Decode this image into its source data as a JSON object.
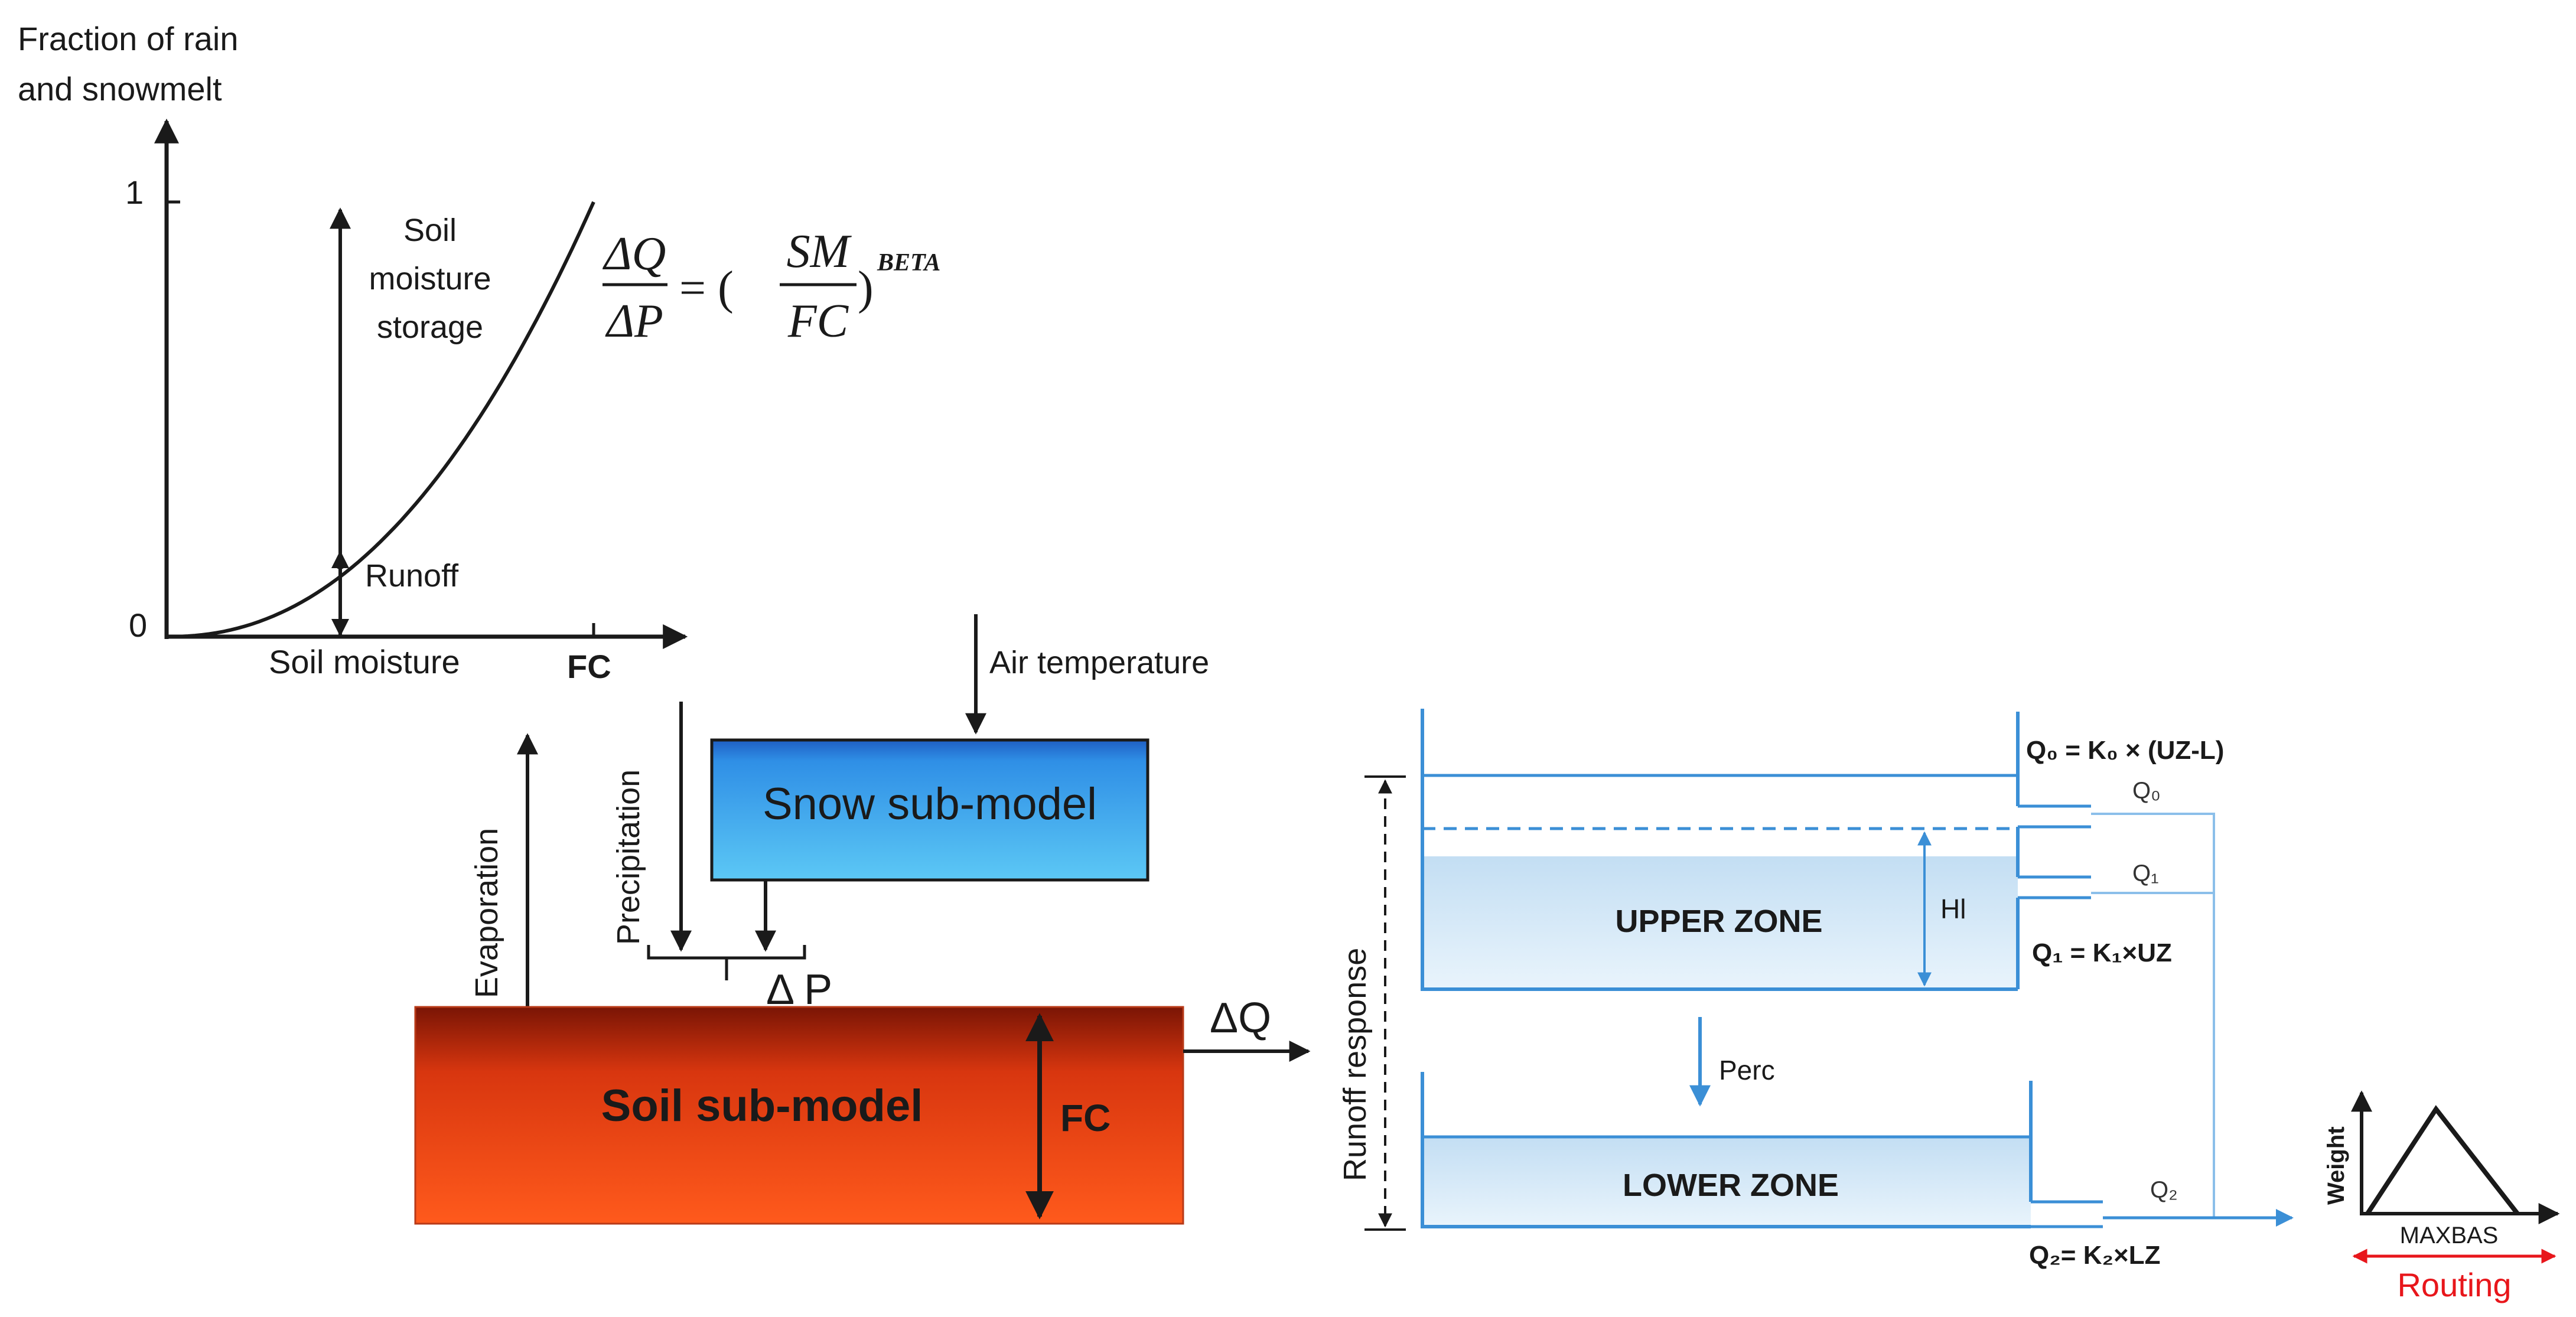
{
  "curve_plot": {
    "y_axis_label_line1": "Fraction of rain",
    "y_axis_label_line2": "and snowmelt",
    "y_tick_top": "1",
    "origin": "0",
    "x_axis_label": "Soil moisture",
    "x_tick_fc": "FC",
    "storage_line1": "Soil",
    "storage_line2": "moisture",
    "storage_line3": "storage",
    "runoff_label": "Runoff",
    "curve_exponent": 2.2
  },
  "equation": {
    "lhs_num": "ΔQ",
    "lhs_den": "ΔP",
    "equals": "= (",
    "rhs_num": "SM",
    "rhs_den": "FC",
    "close": ")",
    "exponent": "BETA"
  },
  "inputs": {
    "air_temperature": "Air temperature",
    "precipitation": "Precipitation",
    "evaporation": "Evaporation",
    "delta_p": "Δ P",
    "delta_q": "ΔQ"
  },
  "boxes": {
    "snow": "Snow sub-model",
    "soil": "Soil sub-model",
    "soil_fc": "FC"
  },
  "runoff_response": {
    "side_label": "Runoff response",
    "upper_zone": "UPPER  ZONE",
    "lower_zone": "LOWER  ZONE",
    "hl_label": "Hl",
    "perc_label": "Perc",
    "q0_eq": "Q₀ = K₀ × (UZ-L)",
    "q1_eq": "Q₁ = K₁×UZ",
    "q2_eq": "Q₂= K₂×LZ",
    "q0": "Q₀",
    "q1": "Q₁",
    "q2": "Q₂"
  },
  "routing": {
    "weight": "Weight",
    "maxbas": "MAXBAS",
    "routing": "Routing"
  },
  "colors": {
    "line": "#1a1a1a",
    "water_line": "#3b8fd6",
    "snow_top": "#1f78d8",
    "snow_bottom": "#5cc8f5",
    "soil_top": "#8a1a06",
    "soil_mid": "#e63b12",
    "soil_bottom": "#ff5a1c",
    "zone_fill": "#cfe6f7",
    "routing_red": "#e8161b"
  }
}
